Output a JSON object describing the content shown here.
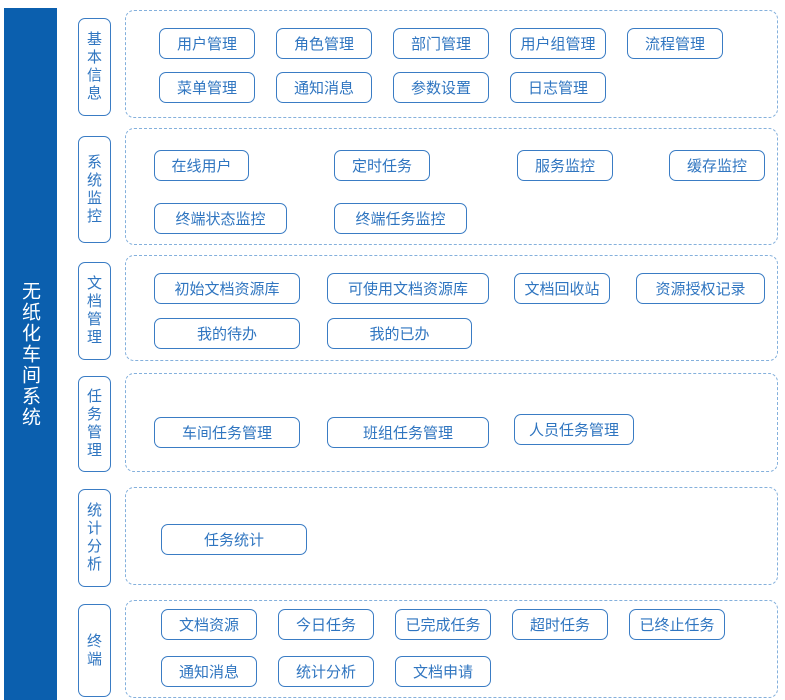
{
  "system_title": "无纸化车间系统",
  "sections": [
    {
      "label": "基本信息",
      "items": [
        "用户管理",
        "角色管理",
        "部门管理",
        "用户组管理",
        "流程管理",
        "菜单管理",
        "通知消息",
        "参数设置",
        "日志管理"
      ]
    },
    {
      "label": "系统监控",
      "items": [
        "在线用户",
        "定时任务",
        "服务监控",
        "缓存监控",
        "终端状态监控",
        "终端任务监控"
      ]
    },
    {
      "label": "文档管理",
      "items": [
        "初始文档资源库",
        "可使用文档资源库",
        "文档回收站",
        "资源授权记录",
        "我的待办",
        "我的已办"
      ]
    },
    {
      "label": "任务管理",
      "items": [
        "车间任务管理",
        "班组任务管理",
        "人员任务管理"
      ]
    },
    {
      "label": "统计分析",
      "items": [
        "任务统计"
      ]
    },
    {
      "label": "终端",
      "items": [
        "文档资源",
        "今日任务",
        "已完成任务",
        "超时任务",
        "已终止任务",
        "通知消息",
        "统计分析",
        "文档申请"
      ]
    }
  ]
}
